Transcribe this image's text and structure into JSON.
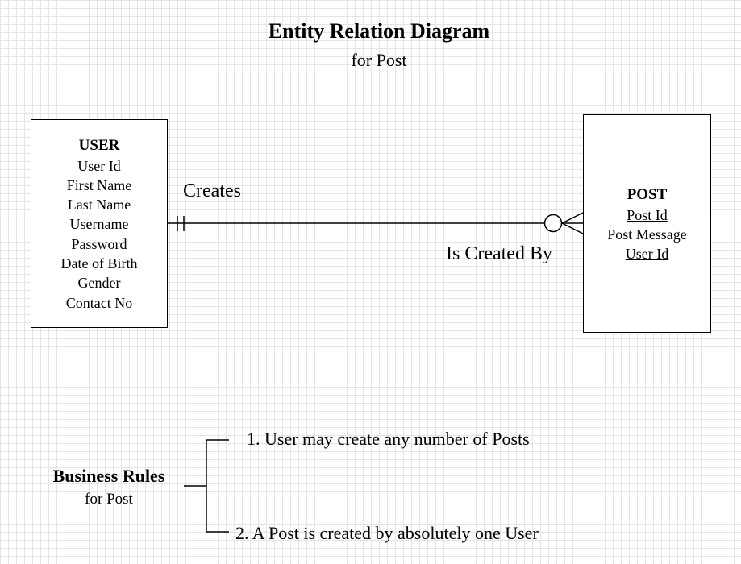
{
  "diagram": {
    "title": "Entity Relation Diagram",
    "subtitle": "for Post"
  },
  "entities": {
    "user": {
      "name": "USER",
      "attributes": [
        {
          "label": "User Id",
          "primary_key": true
        },
        {
          "label": "First Name"
        },
        {
          "label": "Last Name"
        },
        {
          "label": "Username"
        },
        {
          "label": "Password"
        },
        {
          "label": "Date of Birth"
        },
        {
          "label": "Gender"
        },
        {
          "label": "Contact No"
        }
      ]
    },
    "post": {
      "name": "POST",
      "attributes": [
        {
          "label": "Post Id",
          "primary_key": true
        },
        {
          "label": "Post Message"
        },
        {
          "label": "User Id",
          "primary_key": true
        }
      ]
    }
  },
  "relationship": {
    "forward_label": "Creates",
    "reverse_label": "Is Created By",
    "user_end": "exactly-one",
    "post_end": "zero-or-many"
  },
  "business_rules": {
    "title": "Business Rules",
    "subtitle": "for Post",
    "rules": [
      "1. User may create any number of Posts",
      "2. A Post is created by absolutely one User"
    ]
  }
}
